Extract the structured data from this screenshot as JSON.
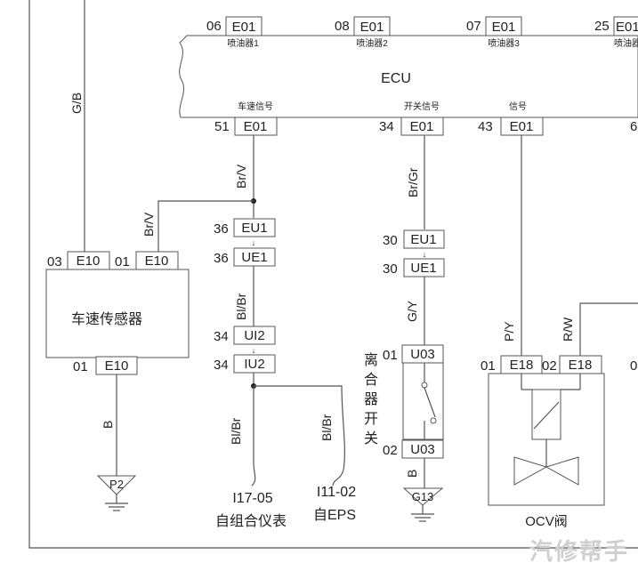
{
  "ecu": {
    "label": "ECU",
    "top_pins": [
      {
        "num": "06",
        "conn": "E01",
        "name": "喷油器1"
      },
      {
        "num": "08",
        "conn": "E01",
        "name": "喷油器2"
      },
      {
        "num": "07",
        "conn": "E01",
        "name": "喷油器3"
      },
      {
        "num": "25",
        "conn": "E01",
        "name": "喷油器"
      }
    ],
    "bottom_pins": [
      {
        "num": "51",
        "conn": "E01",
        "name": "车速信号"
      },
      {
        "num": "34",
        "conn": "E01",
        "name": "开关信号"
      },
      {
        "num": "43",
        "conn": "E01",
        "name": "信号"
      },
      {
        "num": "6",
        "conn": "",
        "name": ""
      }
    ]
  },
  "wires": {
    "gb": "G/B",
    "brv_top": "Br/V",
    "brv_left": "Br/V",
    "blbr_mid": "Bl/Br",
    "blbr_left": "Bl/Br",
    "blbr_right": "Bl/Br",
    "brgr": "Br/Gr",
    "gy": "G/Y",
    "b_left": "B",
    "b_clutch": "B",
    "py": "P/Y",
    "rw": "R/W"
  },
  "speed_sensor": {
    "label": "车速传感器",
    "pins": [
      {
        "num": "03",
        "conn": "E10"
      },
      {
        "num": "01",
        "conn": "E10"
      },
      {
        "num": "01",
        "conn": "E10"
      }
    ]
  },
  "connectors": [
    {
      "num": "36",
      "conn": "EU1"
    },
    {
      "num": "36",
      "conn": "UE1"
    },
    {
      "num": "34",
      "conn": "UI2"
    },
    {
      "num": "34",
      "conn": "IU2"
    },
    {
      "num": "30",
      "conn": "EU1"
    },
    {
      "num": "30",
      "conn": "UE1"
    }
  ],
  "clutch_switch": {
    "label": [
      "离",
      "合",
      "器",
      "开",
      "关"
    ],
    "pins": [
      {
        "num": "01",
        "conn": "U03"
      },
      {
        "num": "02",
        "conn": "U03"
      }
    ]
  },
  "ocv": {
    "label": "OCV阀",
    "pins": [
      {
        "num": "01",
        "conn": "E18"
      },
      {
        "num": "02",
        "conn": "E18"
      },
      {
        "num": "0",
        "conn": ""
      }
    ]
  },
  "grounds": [
    "P2",
    "G13"
  ],
  "destinations": [
    {
      "code": "I17-05",
      "name": "自组合仪表"
    },
    {
      "code": "I11-02",
      "name": "自EPS"
    }
  ],
  "watermark": "汽修帮手"
}
